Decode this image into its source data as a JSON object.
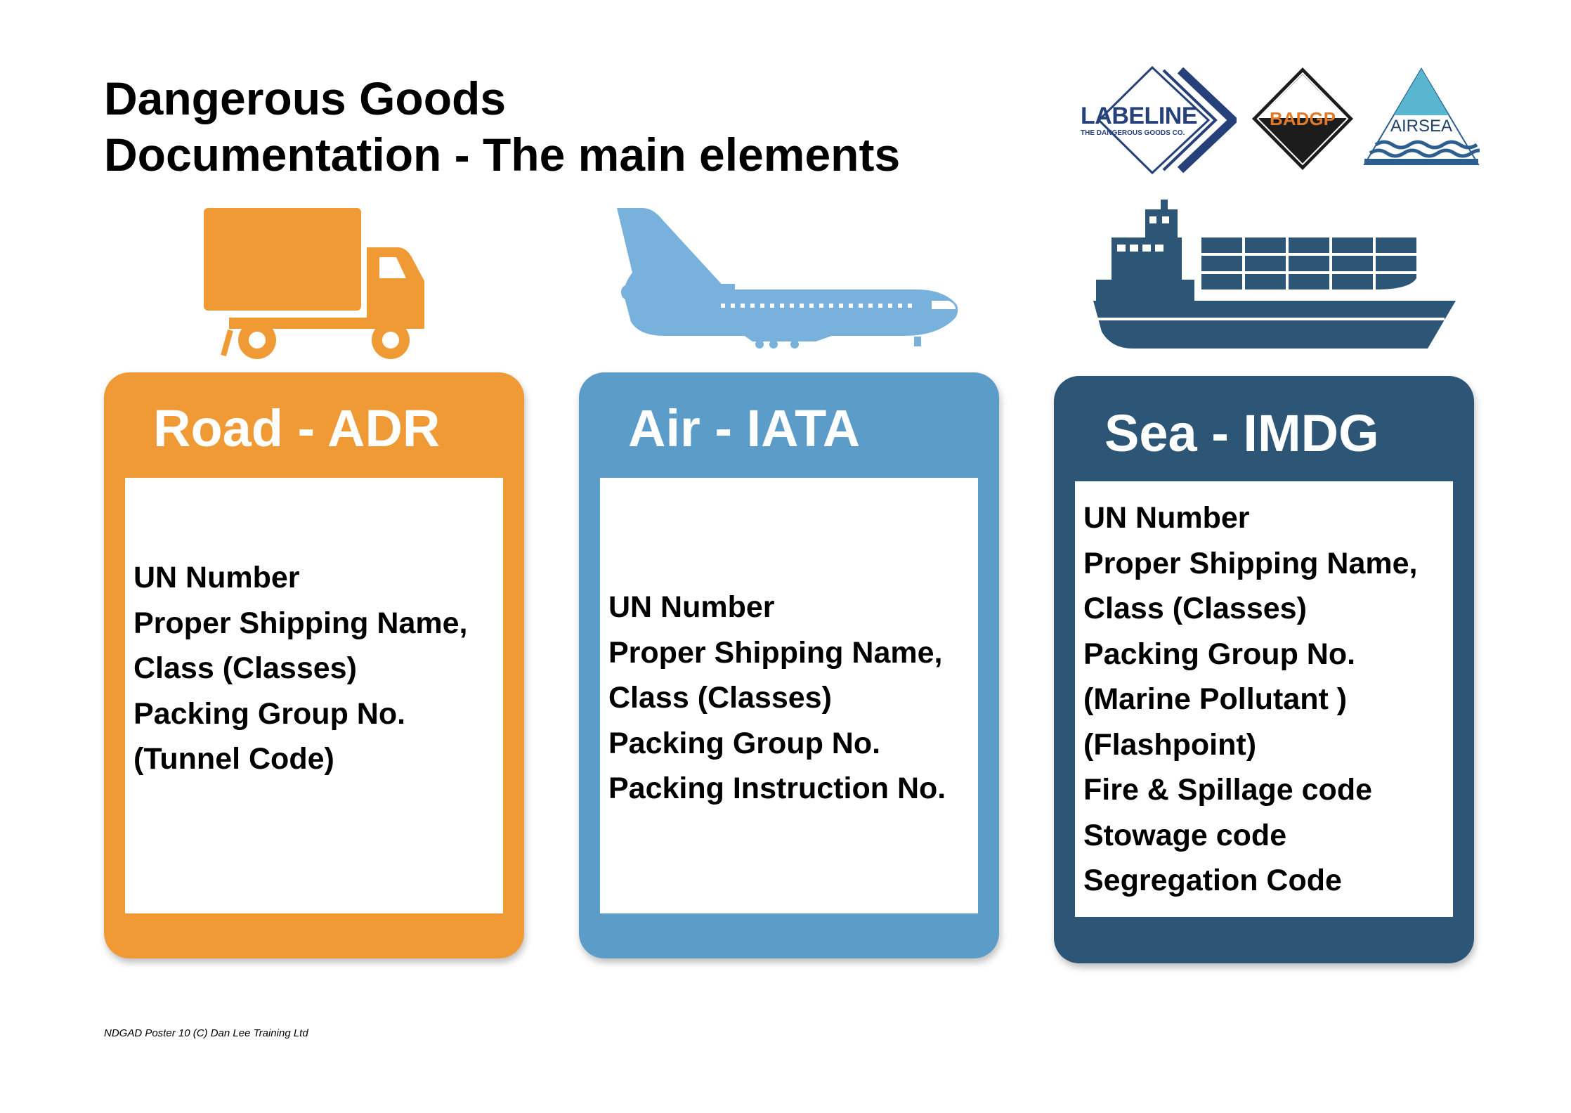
{
  "page": {
    "title_line1": "Dangerous Goods",
    "title_line2": "Documentation - The main elements"
  },
  "logos": {
    "labeline": "LABELINE",
    "labeline_sub": "THE DANGEROUS GOODS CO.",
    "badgp": "BADGP",
    "airsea": "AIRSEA"
  },
  "icons": {
    "road": "truck-icon",
    "air": "airplane-icon",
    "sea": "container-ship-icon"
  },
  "colors": {
    "road": "#f09a35",
    "air": "#5b9cc8",
    "sea": "#2d5676"
  },
  "cards": {
    "road": {
      "title": "Road - ADR",
      "items": [
        "UN Number",
        "Proper Shipping Name,",
        "Class (Classes)",
        "Packing Group No.",
        "(Tunnel Code)"
      ]
    },
    "air": {
      "title": "Air - IATA",
      "items": [
        "UN Number",
        "Proper Shipping Name,",
        "Class (Classes)",
        "Packing Group No.",
        "Packing Instruction No."
      ]
    },
    "sea": {
      "title": "Sea - IMDG",
      "items": [
        "UN Number",
        "Proper Shipping Name,",
        "Class (Classes)",
        "Packing Group No.",
        "(Marine Pollutant )",
        "(Flashpoint)",
        "Fire & Spillage code",
        "Stowage code",
        "Segregation Code"
      ]
    }
  },
  "footer": "NDGAD Poster 10 (C) Dan Lee Training Ltd"
}
